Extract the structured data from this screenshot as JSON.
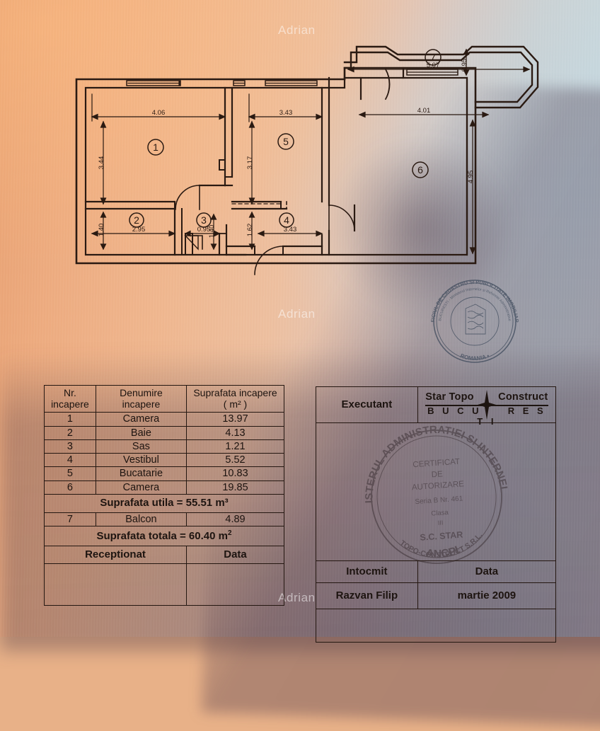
{
  "document": {
    "type": "cadastral-floor-plan",
    "watermark_text": "Adrian"
  },
  "floorplan": {
    "room_markers": [
      "1",
      "2",
      "3",
      "4",
      "5",
      "6",
      "7"
    ],
    "dimensions": {
      "room1_width": "4.06",
      "room1_height": "3.44",
      "room2_height": "1.40",
      "room2_width": "2.95",
      "room3_width": "0.95",
      "room3_height": "1.40",
      "room4_height": "1.62",
      "room4_width": "3.43",
      "room5_width": "3.43",
      "room5_height": "3.17",
      "room6_width": "4.01",
      "room6_height": "4.95",
      "balcony_width": "5.07",
      "balcony_depth": "0.95"
    }
  },
  "rooms_table": {
    "headers": {
      "nr": "Nr. incapere",
      "nr_line1": "Nr.",
      "nr_line2": "incapere",
      "name_line1": "Denumire",
      "name_line2": "incapere",
      "area_line1": "Suprafata incapere",
      "area_line2": "( m² )"
    },
    "rows": [
      {
        "nr": "1",
        "name": "Camera",
        "area": "13.97"
      },
      {
        "nr": "2",
        "name": "Baie",
        "area": "4.13"
      },
      {
        "nr": "3",
        "name": "Sas",
        "area": "1.21"
      },
      {
        "nr": "4",
        "name": "Vestibul",
        "area": "5.52"
      },
      {
        "nr": "5",
        "name": "Bucatarie",
        "area": "10.83"
      },
      {
        "nr": "6",
        "name": "Camera",
        "area": "19.85"
      }
    ],
    "subtotal": "Suprafata utila = 55.51 m³",
    "balcony": {
      "nr": "7",
      "name": "Balcon",
      "area": "4.89"
    },
    "total": "Suprafata totala = 60.40 m",
    "total_unit": "2",
    "footer": {
      "receptionat": "Receptionat",
      "data": "Data"
    }
  },
  "exec_table": {
    "executant_label": "Executant",
    "logo": {
      "top": "Star Topo   Construct",
      "top_left": "Star Topo",
      "top_right": "Construct",
      "bottom_left": "B U C U",
      "bottom_right": "R E S T I",
      "icon": "compass-star-icon"
    },
    "intocmit_label": "Intocmit",
    "data_label": "Data",
    "intocmit_value": "Razvan   Filip",
    "data_value": "martie  2009"
  },
  "stamps": {
    "round": {
      "outer_top": "OFICIUL DE CADASTRU SI PUBLICITATE IMOBILIARA",
      "outer_bottom": "ROMANIA",
      "inner": "BUCURESTI - Ministerul Internelor si Reformei Administrative"
    },
    "oval": {
      "outer": "MINISTERUL ADMINISTRATIEI SI INTERNELOR",
      "outer_bottom": "ANCPI",
      "line1": "CERTIFICAT",
      "line2": "DE",
      "line3": "AUTORIZARE",
      "line4": "Seria B Nr. 461",
      "line5": "Clasa",
      "line6": "III",
      "line7": "S.C. STAR",
      "line8": "TOPO-CONSTRUCT S.R.L."
    }
  },
  "colors": {
    "paper_warm": "#efb184",
    "paper_cool": "#ccd6da",
    "ink": "#241711",
    "watermark": "#ffffff"
  }
}
